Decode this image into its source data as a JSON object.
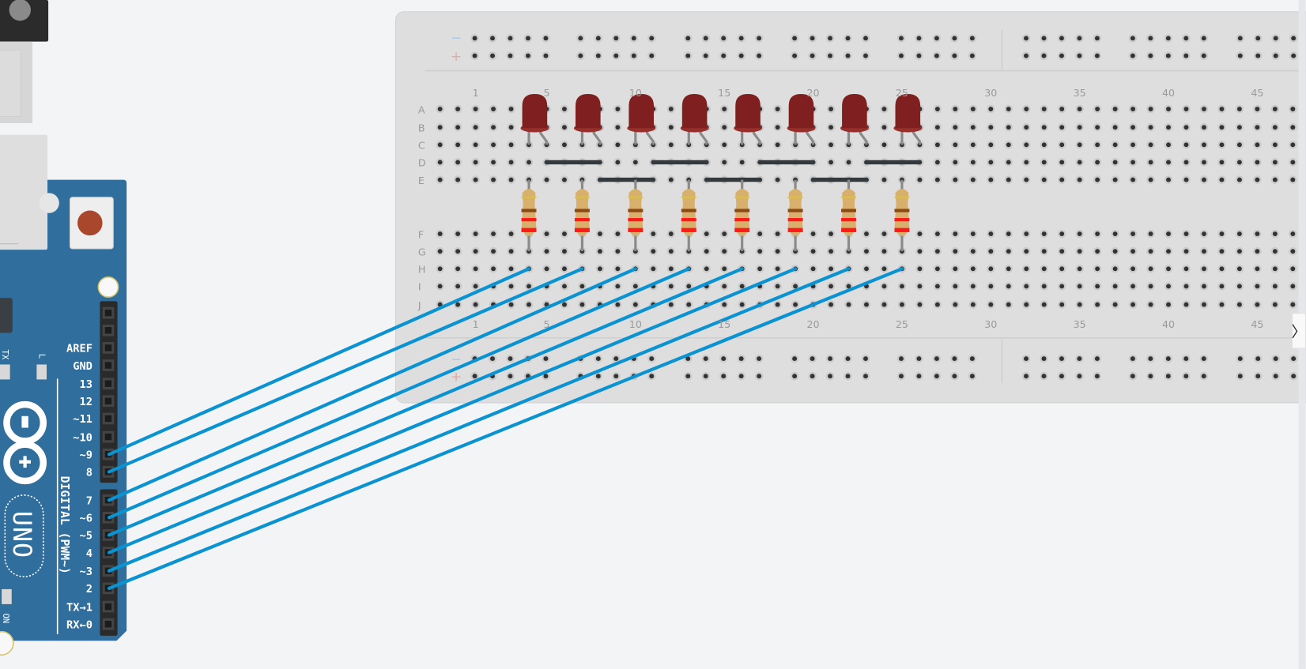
{
  "breadboard": {
    "rail_minus": "−",
    "rail_plus": "+",
    "rows_top": [
      "A",
      "B",
      "C",
      "D",
      "E"
    ],
    "rows_bottom": [
      "F",
      "G",
      "H",
      "I",
      "J"
    ],
    "column_labels": [
      "1",
      "5",
      "10",
      "15",
      "20",
      "25",
      "30",
      "35",
      "40",
      "45"
    ],
    "led_count": 8,
    "led_color": "#7f1f1f",
    "resistor_bands": [
      "#d8c24a",
      "#8a4a14",
      "#ff1a1a",
      "#ff1a1a"
    ]
  },
  "wires": {
    "color": "#0b93d1",
    "connections": [
      {
        "led": 1,
        "pin": "~9"
      },
      {
        "led": 2,
        "pin": "8"
      },
      {
        "led": 3,
        "pin": "7"
      },
      {
        "led": 4,
        "pin": "~6"
      },
      {
        "led": 5,
        "pin": "~5"
      },
      {
        "led": 6,
        "pin": "4"
      },
      {
        "led": 7,
        "pin": "~3"
      },
      {
        "led": 8,
        "pin": "2"
      }
    ]
  },
  "arduino": {
    "board_color": "#2f6e9d",
    "pins": [
      "AREF",
      "GND",
      "13",
      "12",
      "~11",
      "~10",
      "~9",
      "8",
      "7",
      "~6",
      "~5",
      "4",
      "~3",
      "2",
      "TX→1",
      "RX←0"
    ],
    "digital_label": "DIGITAL (PWM~)",
    "model": "UNO",
    "tx_label": "TX",
    "l_label": "L",
    "on_label": "ON"
  },
  "panel_toggle": {
    "icon": "chevron-right-icon",
    "glyph": "〉"
  }
}
